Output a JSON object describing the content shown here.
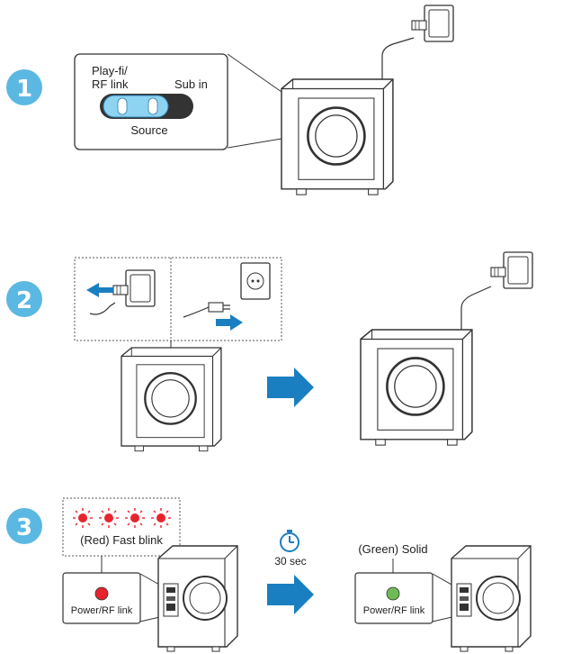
{
  "colors": {
    "step_badge": "#5bb8e2",
    "arrow": "#1a7fc1",
    "led_red": "#e8242b",
    "led_green": "#6dbb55",
    "switch_active": "#8fd3f2",
    "line": "#333333"
  },
  "icons": [
    "speaker-icon",
    "power-plug-icon",
    "wall-socket-icon",
    "timer-icon",
    "led-icon",
    "arrow-right-icon"
  ],
  "steps": [
    {
      "number": "1",
      "switch_label_left_1": "Play-fi/",
      "switch_label_left_2": "RF link",
      "switch_label_right": "Sub in",
      "switch_label_bottom": "Source"
    },
    {
      "number": "2"
    },
    {
      "number": "3",
      "blink_caption": "(Red) Fast blink",
      "timer_label": "30 sec",
      "solid_caption": "(Green) Solid",
      "panel_label_left": "Power/RF link",
      "panel_label_right": "Power/RF link"
    }
  ]
}
